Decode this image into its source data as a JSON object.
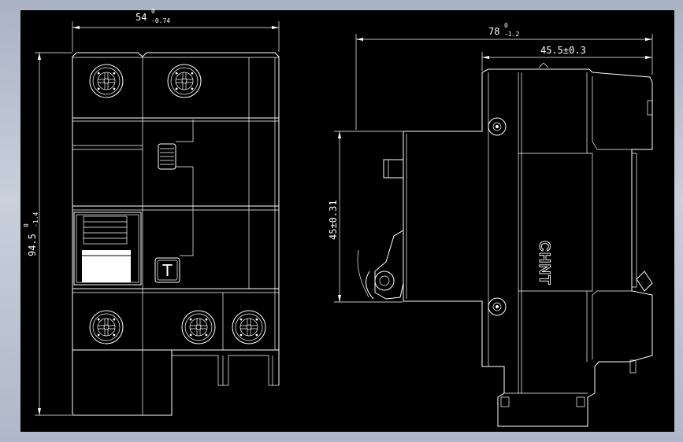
{
  "drawing": {
    "background_color": "#000000",
    "line_color": "#ffffff",
    "accent_color": "#f0d060",
    "front_view": {
      "width_dim": {
        "nominal": "54",
        "upper": "0",
        "lower": "-0.74"
      },
      "height_dim": {
        "nominal": "94.5",
        "upper": "0",
        "lower": "-1.4"
      },
      "test_button_label": "T"
    },
    "side_view": {
      "depth_dim": {
        "nominal": "78",
        "upper": "0",
        "lower": "-1.2"
      },
      "front_depth_dim": "45.5±0.3",
      "rail_height_dim": "45±0.31",
      "brand": "CHNT"
    }
  }
}
